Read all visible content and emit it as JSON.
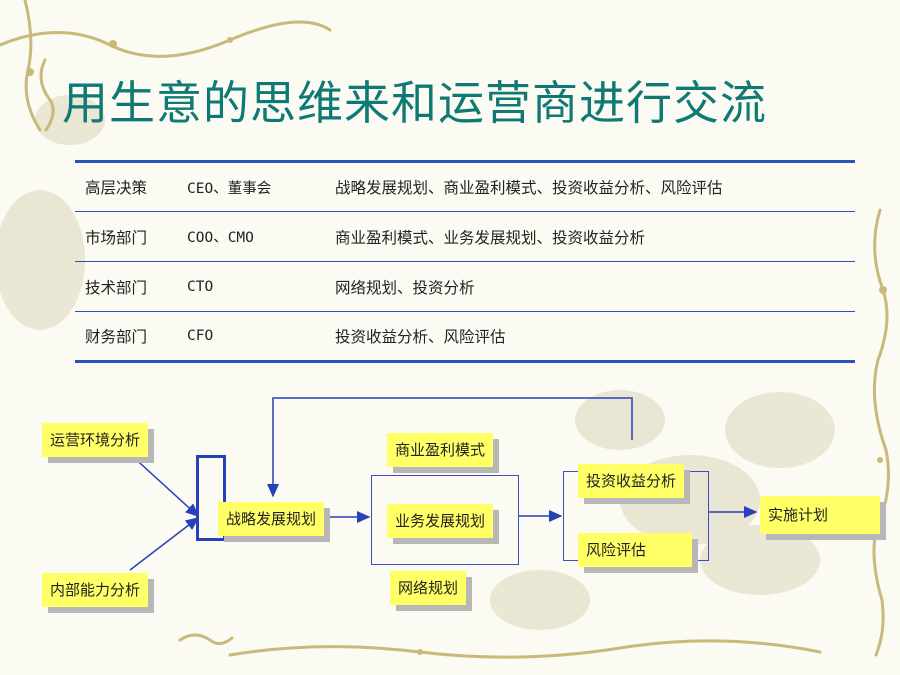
{
  "title": "用生意的思维来和运营商进行交流",
  "table": {
    "rows": [
      {
        "dept": "高层决策",
        "role": "CEO、董事会",
        "focus": "战略发展规划、商业盈利模式、投资收益分析、风险评估"
      },
      {
        "dept": "市场部门",
        "role": "COO、CMO",
        "focus": "商业盈利模式、业务发展规划、投资收益分析"
      },
      {
        "dept": "技术部门",
        "role": "CTO",
        "focus": "网络规划、投资分析"
      },
      {
        "dept": "财务部门",
        "role": "CFO",
        "focus": "投资收益分析、风险评估"
      }
    ]
  },
  "flow": {
    "env_analysis": "运营环境分析",
    "capability_analysis": "内部能力分析",
    "strategy_planning": "战略发展规划",
    "business_model": "商业盈利模式",
    "business_planning": "业务发展规划",
    "network_planning": "网络规划",
    "investment_analysis": "投资收益分析",
    "risk_assessment": "风险评估",
    "implementation_plan": "实施计划"
  },
  "colors": {
    "title": "#0e7a73",
    "table_rule": "#2d4fb7",
    "node_fill": "#ffff66",
    "connector": "#2840b8"
  }
}
